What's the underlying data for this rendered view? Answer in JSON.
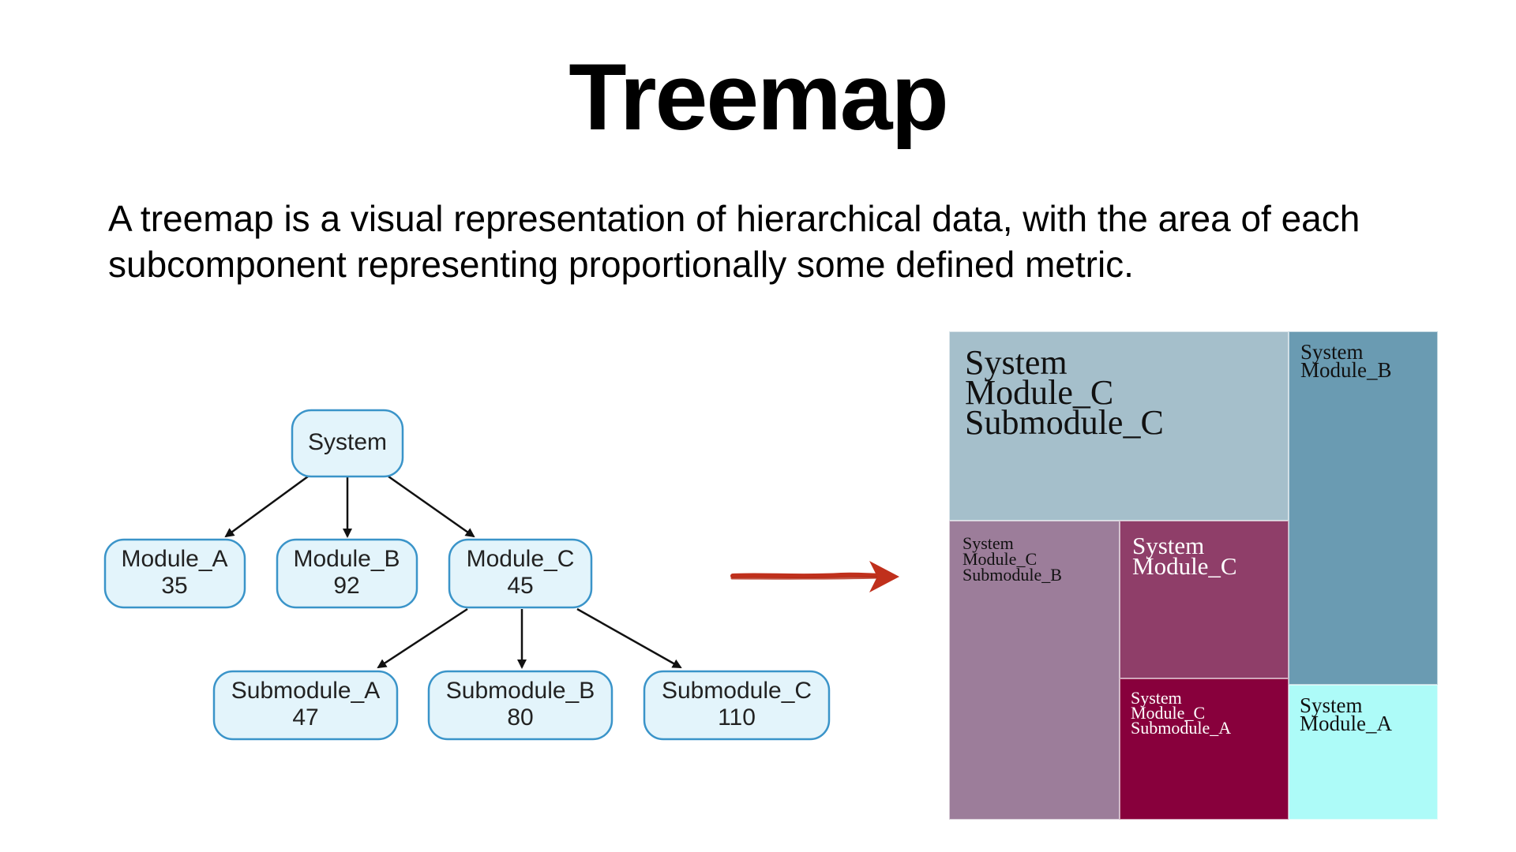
{
  "slide": {
    "title": "Treemap",
    "description_line1": "A treemap is a visual representation of hierarchical data, with the area of each",
    "description_line2": "subcomponent representing proportionally some defined metric."
  },
  "tree": {
    "root": {
      "name": "System"
    },
    "modules": [
      {
        "name": "Module_A",
        "value": "35"
      },
      {
        "name": "Module_B",
        "value": "92"
      },
      {
        "name": "Module_C",
        "value": "45"
      }
    ],
    "submodules": [
      {
        "name": "Submodule_A",
        "value": "47"
      },
      {
        "name": "Submodule_B",
        "value": "80"
      },
      {
        "name": "Submodule_C",
        "value": "110"
      }
    ]
  },
  "treemap": {
    "tiles": [
      {
        "key": "submodule_c",
        "lines": [
          "System",
          "Module_C",
          "Submodule_C"
        ],
        "color": "#a5bfcb"
      },
      {
        "key": "module_b",
        "lines": [
          "System",
          "Module_B"
        ],
        "color": "#6a9bb2"
      },
      {
        "key": "submodule_b",
        "lines": [
          "System",
          "Module_C",
          "Submodule_B"
        ],
        "color": "#9c7d9a"
      },
      {
        "key": "module_c",
        "lines": [
          "System",
          "Module_C"
        ],
        "color": "#8f3e69"
      },
      {
        "key": "submodule_a",
        "lines": [
          "System",
          "Module_C",
          "Submodule_A"
        ],
        "color": "#88003c"
      },
      {
        "key": "module_a",
        "lines": [
          "System",
          "Module_A"
        ],
        "color": "#adfbf8"
      }
    ]
  },
  "colors": {
    "node_fill": "#e3f4fb",
    "node_stroke": "#3a94c9",
    "arrow": "#c0301c"
  }
}
